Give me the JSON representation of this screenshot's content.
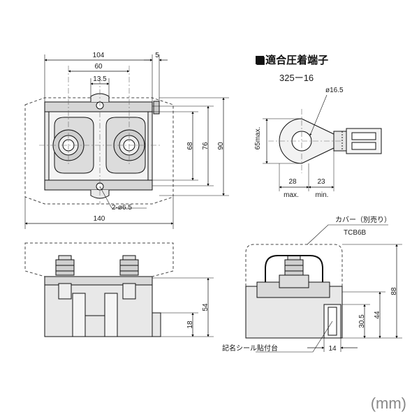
{
  "top_view": {
    "dim_width_outer": "104",
    "dim_offset": "5",
    "dim_hole_pitch": "60",
    "dim_center_gap": "13.5",
    "dim_height_inner": "68",
    "dim_height_mid": "76",
    "dim_height_outer": "90",
    "dim_total_width": "140",
    "mounting_hole": "2-ø6.5"
  },
  "terminal": {
    "title": "■適合圧着端子",
    "model": "325ー16",
    "diameter": "ø16.5",
    "height_max": "65max.",
    "length_a": "28",
    "length_a_note": "max.",
    "length_b": "23",
    "length_b_note": "min."
  },
  "front_view": {
    "dim_height": "54",
    "dim_base": "18"
  },
  "side_view": {
    "cover_label": "カバー（別売り）",
    "cover_model": "TCB6B",
    "dim_total_height": "88",
    "dim_44": "44",
    "dim_30_5": "30.5",
    "dim_14": "14",
    "seal_label": "記名シール貼付台"
  },
  "unit_label": "(mm)"
}
